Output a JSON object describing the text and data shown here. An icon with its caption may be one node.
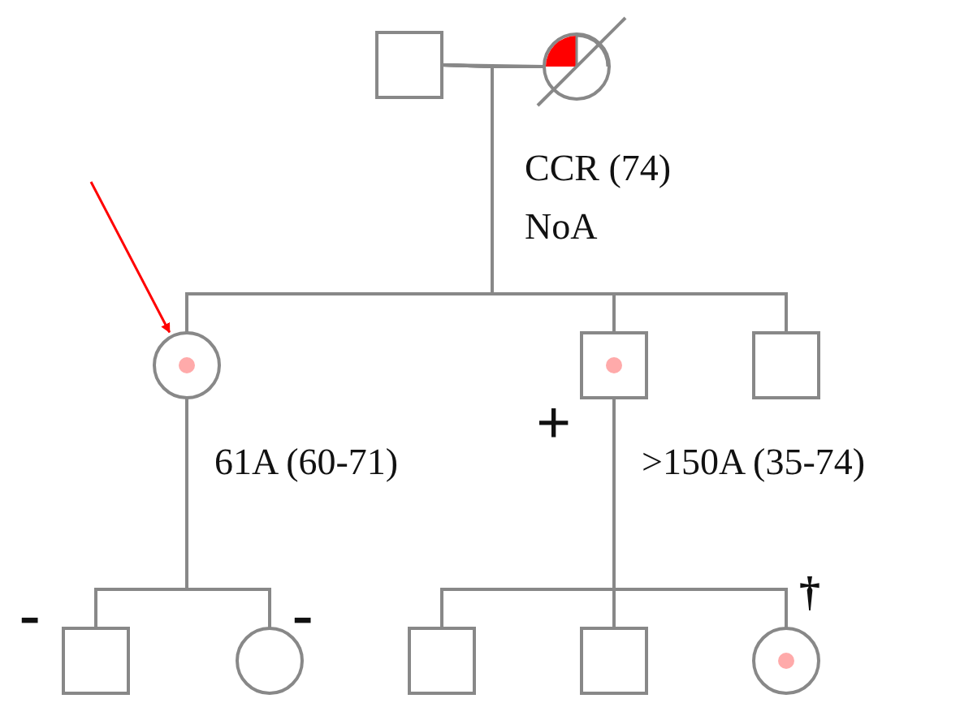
{
  "diagram": {
    "nodes": [
      {
        "text": [],
        "shape": "box"
      },
      {
        "text": [],
        "shape": "circle",
        "beside": [
          "CCR (74)",
          "NoA"
        ]
      },
      {
        "text": [],
        "shape": "circle",
        "beside": [
          "61A (60-71)"
        ]
      },
      {
        "text": [],
        "shape": "box",
        "beside": [
          "+",
          ">150A (35-74)"
        ]
      },
      {
        "text": [],
        "shape": "box"
      },
      {
        "text": [],
        "shape": "box",
        "beside": [
          "-"
        ]
      },
      {
        "text": [],
        "shape": "circle",
        "beside": [
          "-"
        ]
      },
      {
        "text": [],
        "shape": "box"
      },
      {
        "text": [],
        "shape": "box"
      },
      {
        "text": [],
        "shape": "circle",
        "beside": [
          "†"
        ]
      }
    ],
    "edges": [
      {
        "from": 0,
        "to": 1,
        "arrow": "none"
      },
      {
        "from": 0,
        "to": 2,
        "arrow": "none"
      },
      {
        "from": 0,
        "to": 3,
        "arrow": "none"
      },
      {
        "from": 0,
        "to": 4,
        "arrow": "none"
      },
      {
        "from": 1,
        "to": 2,
        "arrow": "none"
      },
      {
        "from": 1,
        "to": 3,
        "arrow": "none"
      },
      {
        "from": 1,
        "to": 4,
        "arrow": "none"
      },
      {
        "from": 2,
        "to": 5,
        "arrow": "none"
      },
      {
        "from": 2,
        "to": 6,
        "arrow": "none"
      },
      {
        "from": 3,
        "to": 7,
        "arrow": "none"
      },
      {
        "from": 3,
        "to": 8,
        "arrow": "none"
      },
      {
        "from": 3,
        "to": 9,
        "arrow": "none"
      },
      {
        "from": null,
        "to": 2,
        "arrow": "to",
        "color": "#ff0000"
      }
    ]
  }
}
